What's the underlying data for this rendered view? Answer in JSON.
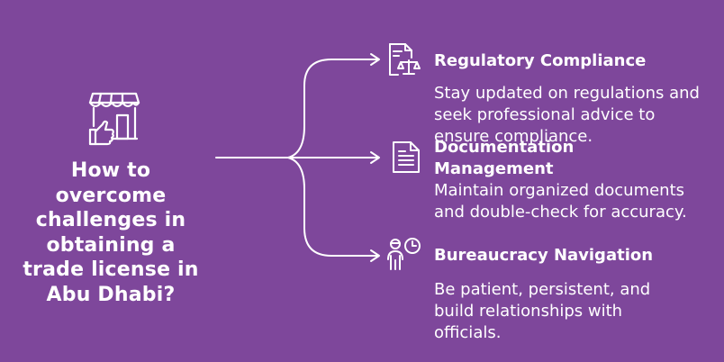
{
  "diagram": {
    "title": "How to overcome challenges in obtaining a trade license in Abu Dhabi?",
    "central_icon": "shop-thumbs-up-icon",
    "colors": {
      "background": "#7e479b",
      "foreground": "#ffffff"
    },
    "branches": [
      {
        "icon": "legal-document-scales-icon",
        "title": "Regulatory Compliance",
        "description": "Stay updated on regulations and seek professional advice to ensure compliance."
      },
      {
        "icon": "document-icon",
        "title": "Documentation Management",
        "description": "Maintain organized documents and double-check for accuracy."
      },
      {
        "icon": "person-clock-icon",
        "title": "Bureaucracy Navigation",
        "description": "Be patient, persistent, and build relationships with officials."
      }
    ]
  }
}
